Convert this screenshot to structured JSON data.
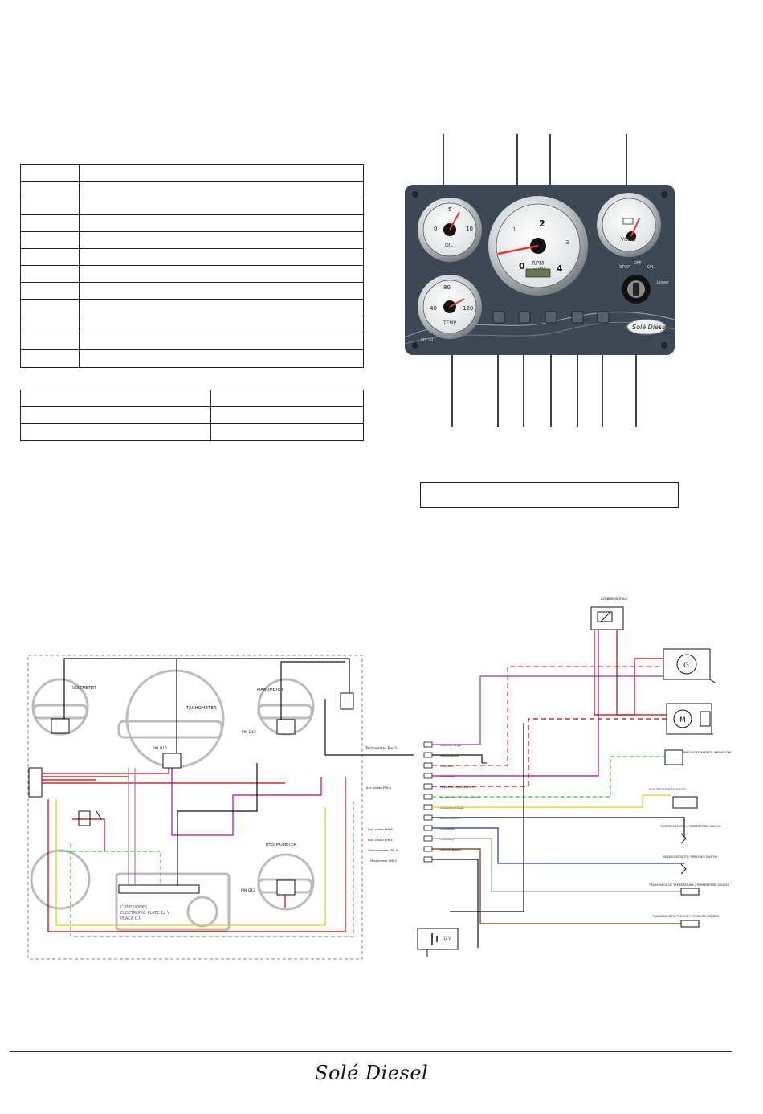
{
  "panel": {
    "brand": "Solé Diesel",
    "model": "MT 90",
    "tach_unit": "RPM",
    "tach_scale": "x1000",
    "tach_numbers": [
      "0",
      "1",
      "2",
      "3",
      "4"
    ],
    "volt_label": "VOLTS",
    "temp_label": "TEMP",
    "temp_ticks": [
      "40",
      "80",
      "120"
    ],
    "oil_label": "OIL",
    "oil_ticks": [
      "0",
      "5",
      "10"
    ],
    "key_labels": [
      "STOP",
      "OFF",
      "ON",
      "Lower"
    ],
    "warning_icons": [
      "preheat-icon",
      "battery-icon",
      "temperature-icon",
      "oil-icon",
      "fuel-icon"
    ]
  },
  "diagram": {
    "gauges": {
      "voltmeter": "VOLTMETER",
      "tachometer": "TACHOMETER",
      "manometer": "MANOMETER",
      "thermometer": "THERMOMETER"
    },
    "electronic_plate": [
      "CONEXIONES",
      "ELECTRONIC PLATE 12 V",
      "PLACA C.I."
    ],
    "pins": {
      "tach": "PIN D12",
      "mano": "PIN D12",
      "thermo": "PIN D12"
    },
    "harness_labels": [
      "Tachometer Pin 3",
      "Violeta/Purple",
      "Negro/Black",
      "Rojo/Red",
      "Gris/Grey",
      "Rojo/Blanco/Red/White",
      "Verde/Blanco/Green/White",
      "Amarillo/Yellow",
      "Blanco/White",
      "Azul/Blue",
      "Gris/Grey",
      "Marron/Brown"
    ],
    "left_pins": [
      "Exc. piloto PIN 8",
      "Exc. piloto PIN 6",
      "Exc. piloto PIN 4",
      "Thermometer PIN 5",
      "Manometer PIN 3"
    ],
    "components": {
      "relay": "CONEXION RELE",
      "alternator": "G",
      "starter": "M",
      "preheat": "PRECALENTAMIENTO / PREHEATING",
      "stop_solenoid": "ELECTRO STOP SOLENOID",
      "temp_switch": "TERMOCONTACTO / TEMPERATURE SWITCH",
      "pressure_switch": "MANOCONTACTO / PRESSURE SWITCH",
      "temp_sender": "TRANSMISOR DE TEMPERATURA / TEMPERATURE SENDER",
      "pressure_sender": "TRANSMISOR DE PRESION / PRESSURE SENDER",
      "battery": "12 V"
    }
  },
  "footer": {
    "logo": "Solé Diesel"
  }
}
